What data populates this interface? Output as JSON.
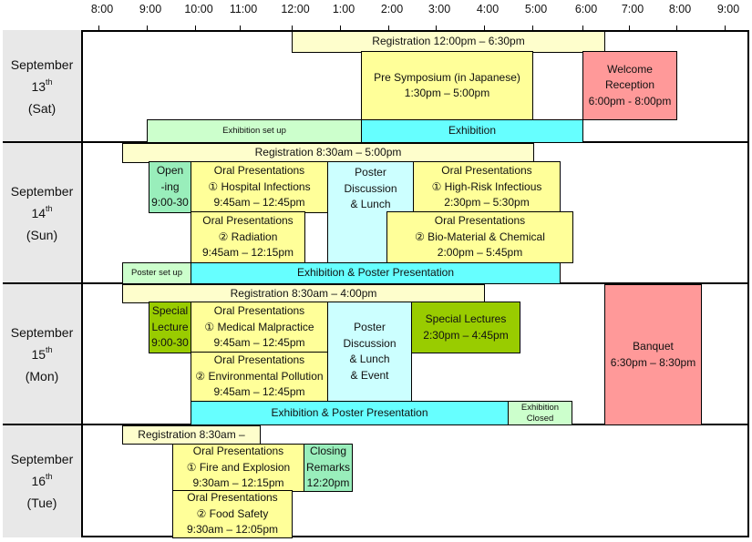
{
  "axis": {
    "ticks": [
      "8:00",
      "9:00",
      "10:00",
      "11:00",
      "12:00",
      "1:00",
      "2:00",
      "3:00",
      "4:00",
      "5:00",
      "6:00",
      "7:00",
      "8:00",
      "9:00"
    ]
  },
  "colors": {
    "registration": "#fefecc",
    "oral": "#ffff99",
    "reception": "#ff9999",
    "setup": "#ccffcc",
    "exhibition": "#66ffff",
    "poster": "#ccffff",
    "opening": "#99eebb",
    "special": "#99cc00"
  },
  "days": [
    {
      "month": "September",
      "day": "13",
      "suffix": "th",
      "weekday": "(Sat)"
    },
    {
      "month": "September",
      "day": "14",
      "suffix": "th",
      "weekday": "(Sun)"
    },
    {
      "month": "September",
      "day": "15",
      "suffix": "th",
      "weekday": "(Mon)"
    },
    {
      "month": "September",
      "day": "16",
      "suffix": "th",
      "weekday": "(Tue)"
    }
  ],
  "events": [
    {
      "name": "registration-sep13",
      "type": "registration",
      "lines": [
        "Registration  12:00pm – 6:30pm"
      ]
    },
    {
      "name": "pre-symposium",
      "type": "oral",
      "lines": [
        "Pre Symposium (in Japanese)",
        "1:30pm – 5:00pm"
      ]
    },
    {
      "name": "welcome-reception",
      "type": "reception",
      "lines": [
        "Welcome",
        "Reception",
        "6:00pm - 8:00pm"
      ]
    },
    {
      "name": "exhibition-setup",
      "type": "setup",
      "lines": [
        "Exhibition set up"
      ],
      "small": true
    },
    {
      "name": "exhibition-sep13",
      "type": "exhibition",
      "lines": [
        "Exhibition"
      ]
    },
    {
      "name": "registration-sep14",
      "type": "registration",
      "lines": [
        "Registration  8:30am – 5:00pm"
      ]
    },
    {
      "name": "opening",
      "type": "opening",
      "lines": [
        "Open",
        "-ing",
        "9:00-30"
      ]
    },
    {
      "name": "oral-hospital-infections",
      "type": "oral",
      "lines": [
        "Oral Presentations",
        "① Hospital Infections",
        "9:45am – 12:45pm"
      ]
    },
    {
      "name": "poster-discussion-lunch-sep14",
      "type": "poster",
      "lines": [
        "Poster",
        "Discussion",
        "& Lunch"
      ]
    },
    {
      "name": "oral-high-risk-infectious",
      "type": "oral",
      "lines": [
        "Oral Presentations",
        "① High-Risk Infectious",
        "2:30pm – 5:30pm"
      ]
    },
    {
      "name": "oral-radiation",
      "type": "oral",
      "lines": [
        "Oral Presentations",
        "② Radiation",
        "9:45am – 12:15pm"
      ]
    },
    {
      "name": "oral-bio-material-chemical",
      "type": "oral",
      "lines": [
        "Oral Presentations",
        "② Bio-Material & Chemical",
        "2:00pm – 5:45pm"
      ]
    },
    {
      "name": "poster-setup",
      "type": "setup",
      "lines": [
        "Poster  set up"
      ],
      "small": true
    },
    {
      "name": "exhibition-poster-sep14",
      "type": "exhibition",
      "lines": [
        "Exhibition & Poster Presentation"
      ]
    },
    {
      "name": "registration-sep15",
      "type": "registration",
      "lines": [
        "Registration 8:30am – 4:00pm"
      ]
    },
    {
      "name": "special-lecture",
      "type": "special",
      "lines": [
        "Special",
        "Lecture",
        "9:00-30"
      ]
    },
    {
      "name": "oral-medical-malpractice",
      "type": "oral",
      "lines": [
        "Oral Presentations",
        "① Medical Malpractice",
        "9:45am – 12:45pm"
      ]
    },
    {
      "name": "poster-discussion-lunch-event",
      "type": "poster",
      "lines": [
        "Poster",
        "Discussion",
        "& Lunch",
        "& Event"
      ]
    },
    {
      "name": "special-lectures",
      "type": "special",
      "lines": [
        "Special Lectures",
        "2:30pm – 4:45pm"
      ]
    },
    {
      "name": "oral-environmental-pollution",
      "type": "oral",
      "lines": [
        "Oral Presentations",
        "② Environmental Pollution",
        "9:45am – 12:45pm"
      ]
    },
    {
      "name": "exhibition-poster-sep15",
      "type": "exhibition",
      "lines": [
        "Exhibition & Poster Presentation"
      ]
    },
    {
      "name": "exhibition-closed",
      "type": "setup",
      "lines": [
        "Exhibition",
        "Closed"
      ],
      "small": true
    },
    {
      "name": "banquet",
      "type": "reception",
      "lines": [
        "Banquet",
        "6:30pm – 8:30pm"
      ]
    },
    {
      "name": "registration-sep16",
      "type": "registration",
      "lines": [
        "Registration 8:30am –"
      ]
    },
    {
      "name": "oral-fire-explosion",
      "type": "oral",
      "lines": [
        "Oral Presentations",
        "① Fire and Explosion",
        "9:30am – 12:15pm"
      ]
    },
    {
      "name": "closing-remarks",
      "type": "opening",
      "lines": [
        "Closing",
        "Remarks",
        "12:20pm"
      ]
    },
    {
      "name": "oral-food-safety",
      "type": "oral",
      "lines": [
        "Oral Presentations",
        "② Food Safety",
        "9:30am – 12:05pm"
      ]
    }
  ]
}
